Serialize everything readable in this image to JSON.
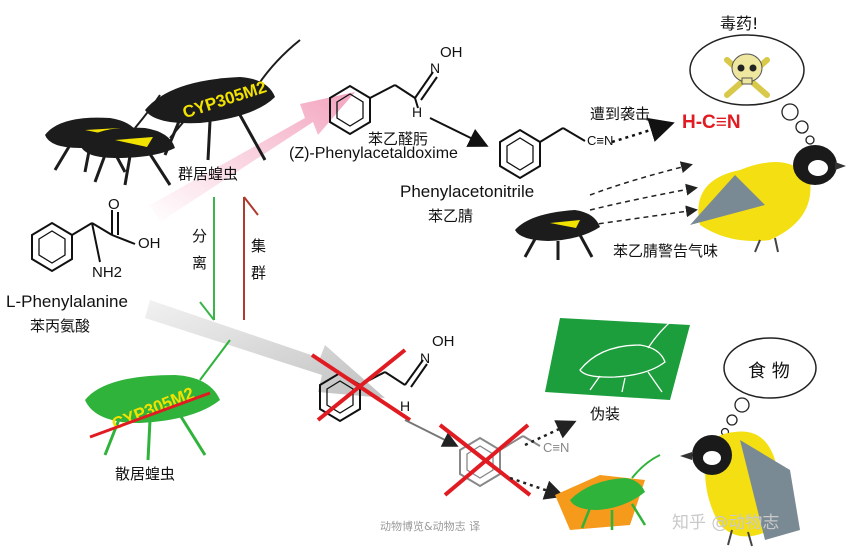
{
  "labels": {
    "gregarious": "群居蝗虫",
    "solitary": "散居蝗虫",
    "gene": "CYP305M2",
    "separate_1": "分",
    "separate_2": "离",
    "gather_1": "集",
    "gather_2": "群",
    "phe_en": "L-Phenylalanine",
    "phe_zh": "苯丙氨酸",
    "aldoxime_zh": "苯乙醛肟",
    "aldoxime_en": "(Z)-Phenylacetaldoxime",
    "nitrile_en": "Phenylacetonitrile",
    "nitrile_zh": "苯乙腈",
    "attack": "遭到袭击",
    "hcn": "H-C≡N",
    "poison": "毒药!",
    "odor": "苯乙腈警告气味",
    "food": "食 物",
    "camouflage": "伪装",
    "nh2": "NH2",
    "oh": "OH",
    "o": "O",
    "n": "N",
    "h": "H",
    "cn": "C≡N",
    "watermark_1": "动物博览&动物志 译",
    "watermark_2": "知乎 @动物志"
  },
  "colors": {
    "gregarious_body": "#1c1c1c",
    "gregarious_marks": "#f2e200",
    "solitary_body": "#2fb33a",
    "pink_arrow": "#f4a9c0",
    "gray_arrow": "#c8c8c8",
    "cross": "#e11b22",
    "tit_yellow": "#f3df12",
    "leaf_green": "#1c9e3c",
    "leaf_orange": "#f59a1b"
  }
}
